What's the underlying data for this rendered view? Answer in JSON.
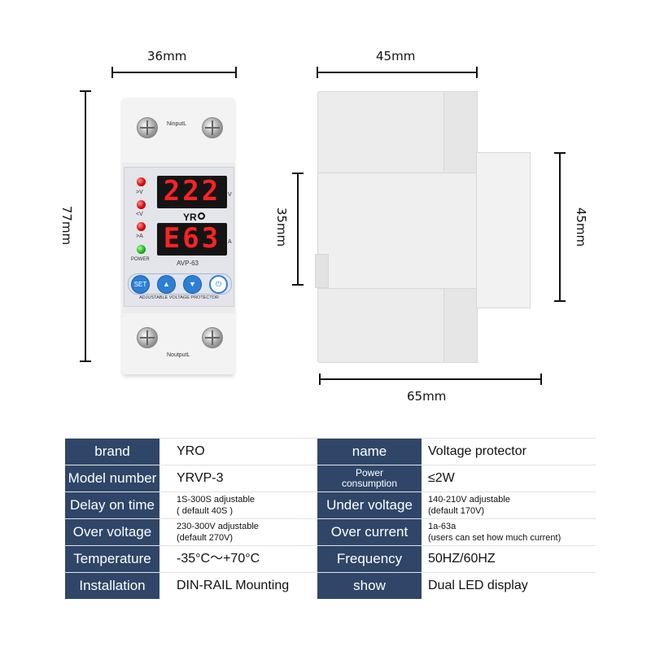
{
  "dimensions": {
    "front_width": "36mm",
    "front_height": "77mm",
    "side_top": "45mm",
    "side_depth_left": "35mm",
    "side_height_right": "45mm",
    "side_bottom": "65mm"
  },
  "device": {
    "terminal_top": "NinputL",
    "terminal_bottom": "NoutputL",
    "led_labels": [
      ">V",
      "<V",
      ">A",
      "POWER"
    ],
    "display_voltage": "222",
    "display_current": "E63",
    "unit_voltage": "V",
    "unit_current": "A",
    "brand_logo": "YR",
    "model": "AVP-63",
    "buttons": [
      "SET",
      "▲",
      "▼",
      "⏻"
    ],
    "panel_caption": "ADJUSTABLE VOLTAGE PROTECTOR"
  },
  "specs": [
    {
      "label": "brand",
      "value": "YRO",
      "label2": "name",
      "value2": "Voltage protector"
    },
    {
      "label": "Model number",
      "value": "YRVP-3",
      "label2_lines": [
        "Power",
        "consumption"
      ],
      "value2": "≤2W"
    },
    {
      "label": "Delay on time",
      "value_lines": [
        "1S-300S adjustable",
        "( default 40S )"
      ],
      "label2": "Under voltage",
      "value2_lines": [
        "140-210V adjustable",
        "(default 170V)"
      ]
    },
    {
      "label": "Over voltage",
      "value_lines": [
        "230-300V adjustable",
        "(default 270V)"
      ],
      "label2": "Over current",
      "value2_lines": [
        "1a-63a",
        "(users can set how much current)"
      ]
    },
    {
      "label": "Temperature",
      "value": "-35°C～+70°C",
      "label2": "Frequency",
      "value2": "50HZ/60HZ"
    },
    {
      "label": "Installation",
      "value": "DIN-RAIL Mounting",
      "label2": "show",
      "value2": "Dual LED display"
    }
  ]
}
